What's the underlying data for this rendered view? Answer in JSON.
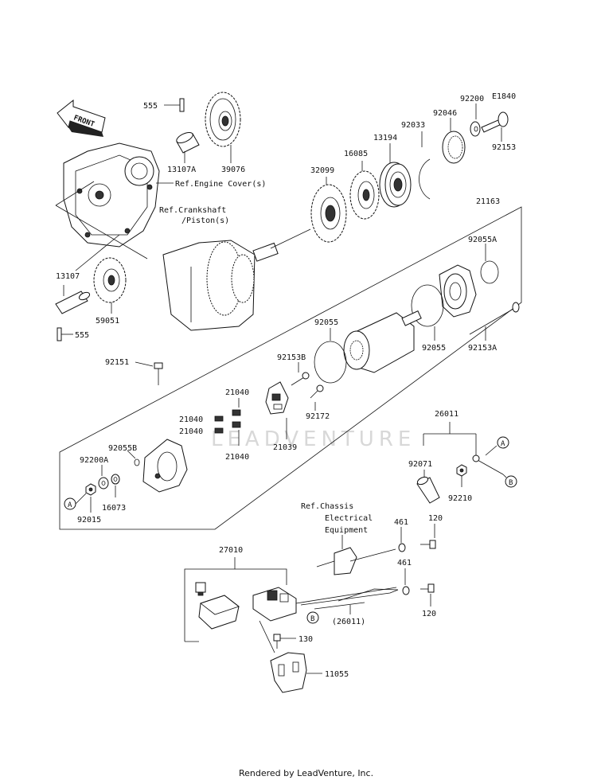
{
  "diagram_code": "E1840",
  "front_label": "FRONT",
  "watermark": "LEADVENTURE",
  "footer": "Rendered by LeadVenture, Inc.",
  "refs": {
    "engine_cover": "Ref.Engine Cover(s)",
    "crankshaft_1": "Ref.Crankshaft",
    "crankshaft_2": "/Piston(s)",
    "chassis_1": "Ref.Chassis",
    "chassis_2": "Electrical",
    "chassis_3": "Equipment"
  },
  "callouts": {
    "a": "A",
    "b": "B"
  },
  "parts": {
    "p555_top": "555",
    "p555_bottom": "555",
    "p13107a": "13107A",
    "p39076": "39076",
    "p13107": "13107",
    "p59051": "59051",
    "p32099": "32099",
    "p16085": "16085",
    "p13194": "13194",
    "p92033": "92033",
    "p92046": "92046",
    "p92200": "92200",
    "p92153": "92153",
    "p21163": "21163",
    "p92055a": "92055A",
    "p92055_left": "92055",
    "p92055_right": "92055",
    "p92153a": "92153A",
    "p92153b": "92153B",
    "p92151": "92151",
    "p21040_1": "21040",
    "p21040_2": "21040",
    "p21040_3": "21040",
    "p21040_4": "21040",
    "p92172": "92172",
    "p21039": "21039",
    "p92055b": "92055B",
    "p92200a": "92200A",
    "p16073": "16073",
    "p92015": "92015",
    "p26011": "26011",
    "p92071": "92071",
    "p92210": "92210",
    "p461_top": "461",
    "p461_bottom": "461",
    "p120_top": "120",
    "p120_bottom": "120",
    "p27010": "27010",
    "p26011_ref": "(26011)",
    "p130": "130",
    "p11055": "11055"
  }
}
